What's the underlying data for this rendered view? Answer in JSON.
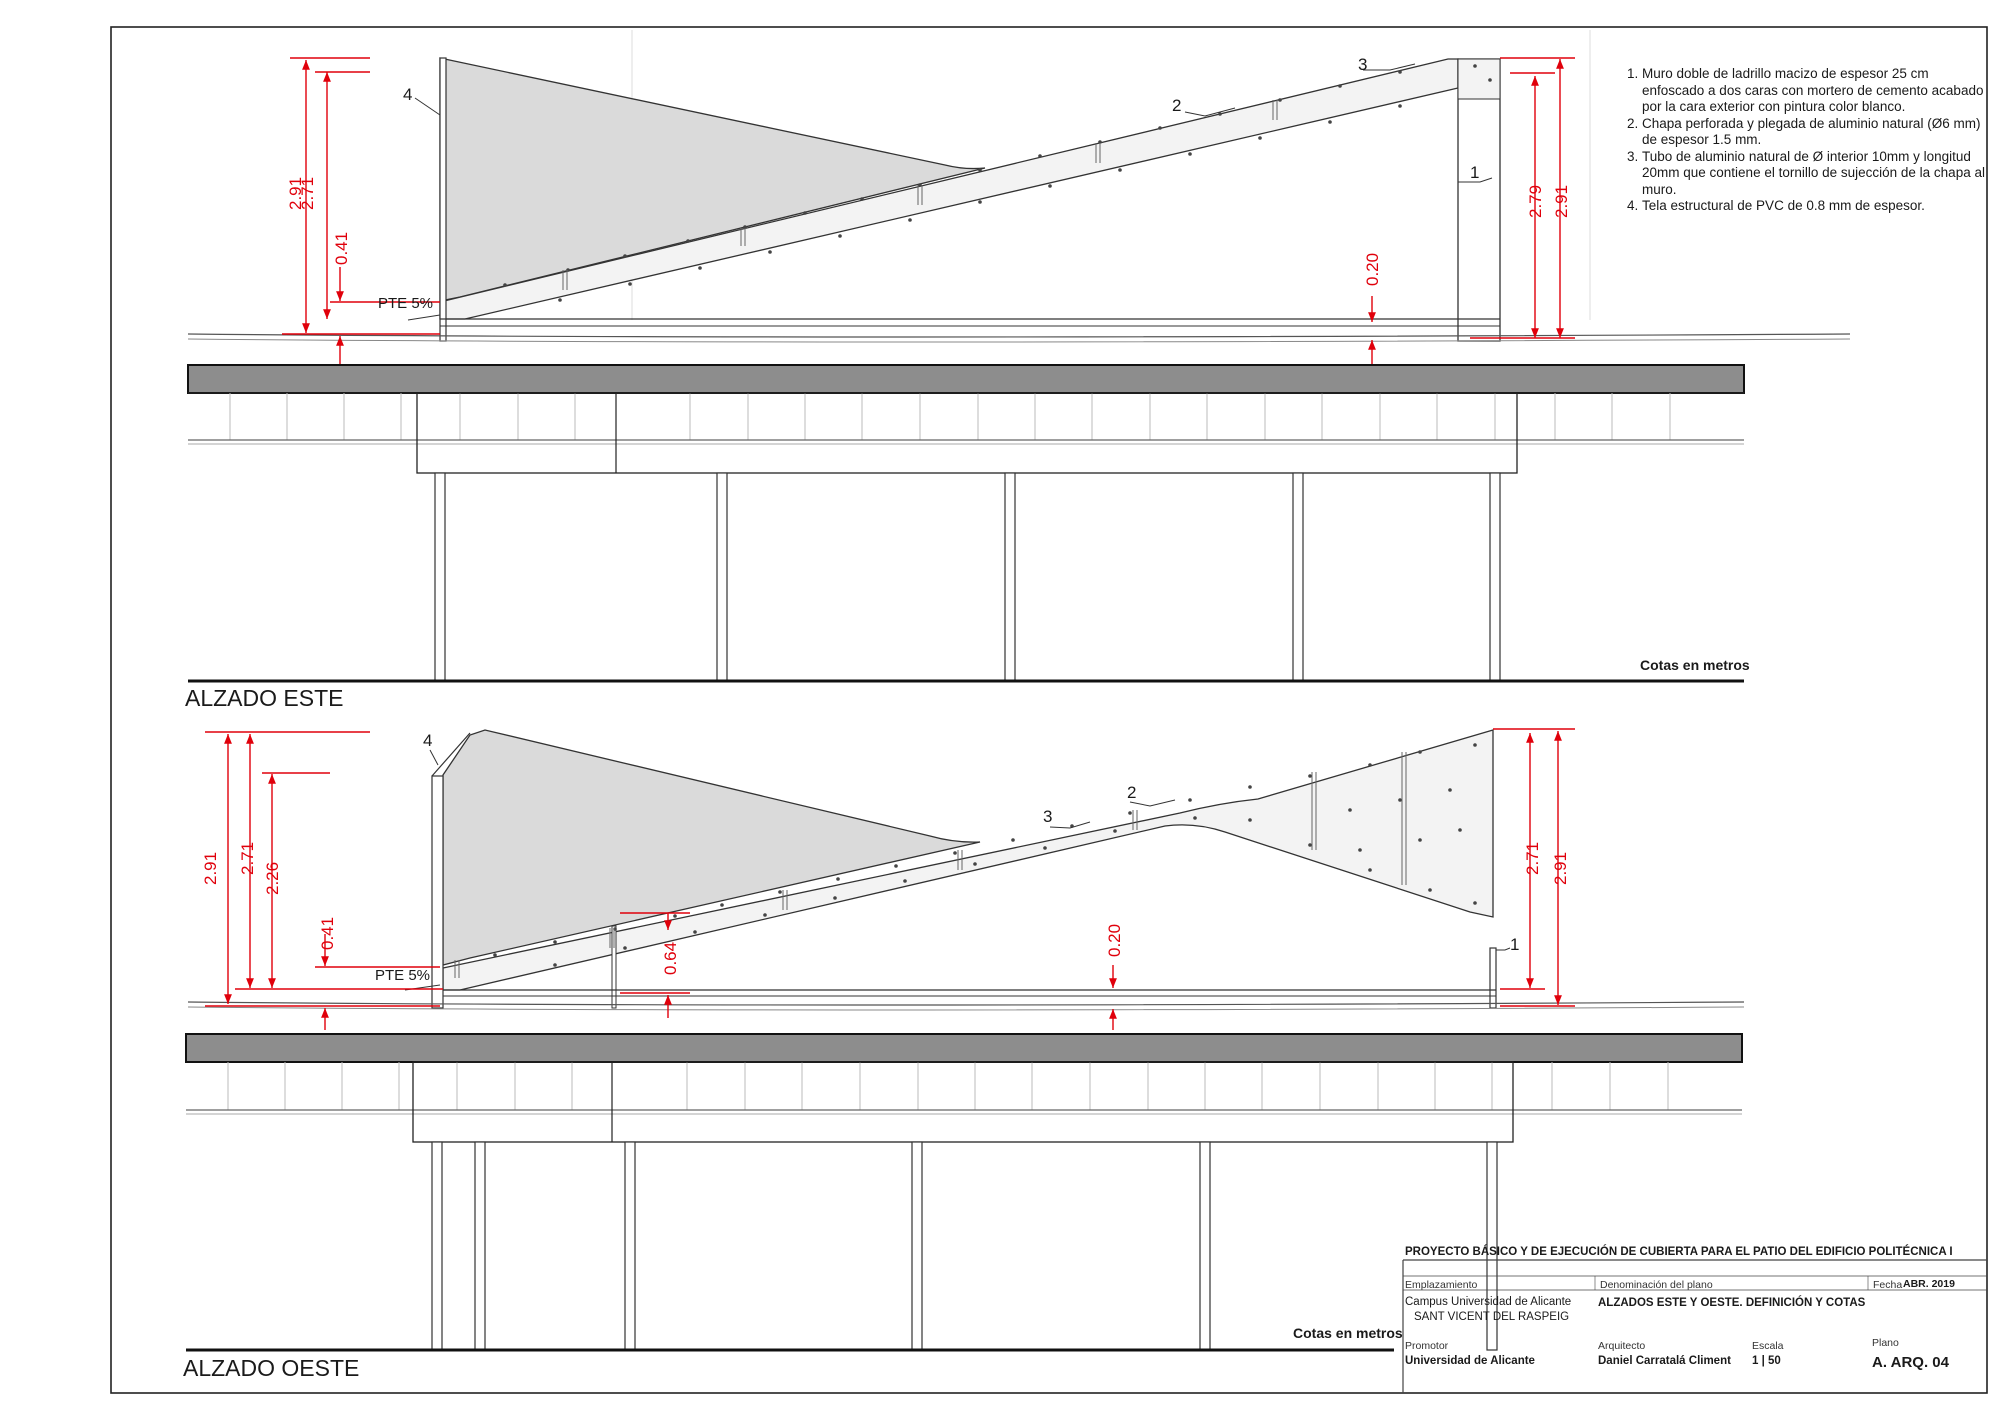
{
  "notes": [
    "Muro doble de ladrillo macizo de espesor 25 cm enfoscado a dos caras con mortero de cemento acabado por la cara exterior con pintura color blanco.",
    "Chapa perforada y plegada de aluminio natural (Ø6 mm) de espesor 1.5 mm.",
    "Tubo de aluminio natural de Ø interior 10mm y longitud 20mm que contiene el tornillo de sujección de la chapa al muro.",
    "Tela estructural de PVC de 0.8 mm de espesor."
  ],
  "elevation_east": {
    "title": "ALZADO ESTE",
    "units": "Cotas en metros",
    "slope": "PTE 5%",
    "callouts": [
      "1",
      "2",
      "3",
      "4"
    ],
    "dimensions": {
      "left_outer": "2.91",
      "left_inner": "2.71",
      "left_low": "0.41",
      "mid": "0.20",
      "right_inner": "2.79",
      "right_outer": "2.91"
    }
  },
  "elevation_west": {
    "title": "ALZADO OESTE",
    "units": "Cotas en metros",
    "slope": "PTE 5%",
    "callouts": [
      "1",
      "2",
      "3",
      "4"
    ],
    "dimensions": {
      "left_outer": "2.91",
      "left_inner": "2.71",
      "left_mid": "2.26",
      "left_low": "0.41",
      "step": "0.64",
      "mid": "0.20",
      "right_inner": "2.71",
      "right_outer": "2.91"
    }
  },
  "title_block": {
    "project": "PROYECTO BÁSICO Y DE EJECUCIÓN DE CUBIERTA PARA EL PATIO DEL EDIFICIO POLITÉCNICA I",
    "site_label": "Emplazamiento",
    "site_line1": "Campus Universidad de Alicante",
    "site_line2": "SANT VICENT DEL RASPEIG",
    "plan_label": "Denominación del plano",
    "plan_name": "ALZADOS ESTE Y OESTE. DEFINICIÓN Y COTAS",
    "date_label": "Fecha",
    "date": "ABR. 2019",
    "promoter_label": "Promotor",
    "promoter": "Universidad de Alicante",
    "architect_label": "Arquitecto",
    "architect": "Daniel Carratalá Climent",
    "scale_label": "Escala",
    "scale": "1 | 50",
    "sheet_label": "Plano",
    "sheet": "A. ARQ. 04"
  }
}
